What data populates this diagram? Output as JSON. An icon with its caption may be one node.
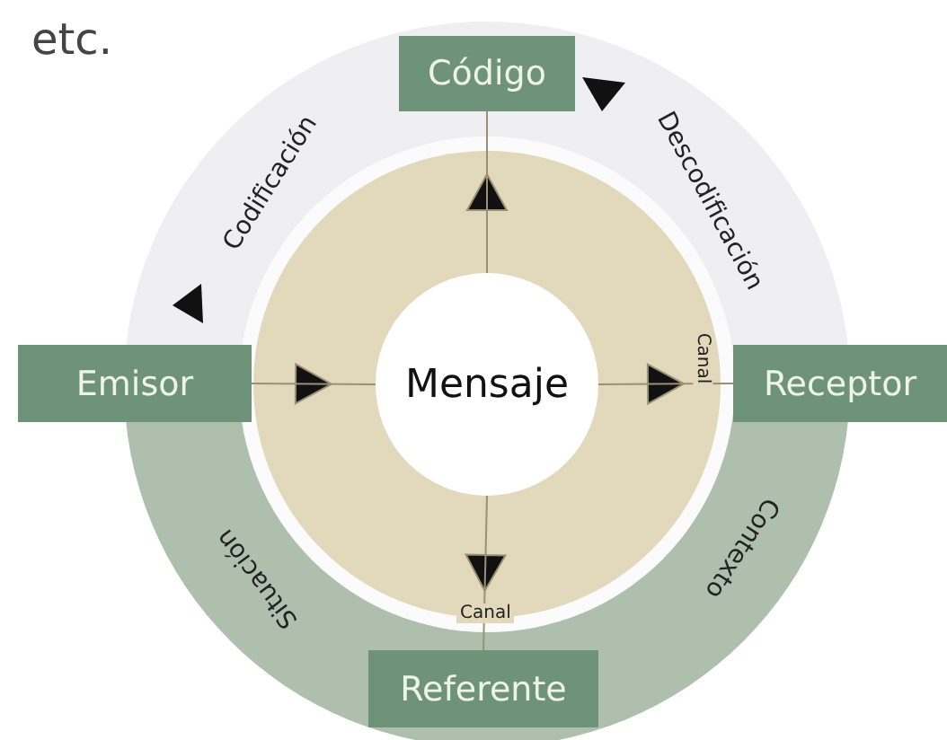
{
  "diagram": {
    "nodes": [
      {
        "text": [
          "Código"
        ]
      },
      {
        "text": [
          "Emisor"
        ]
      },
      {
        "text": [
          "Mensaje"
        ]
      },
      {
        "text": [
          "Receptor"
        ]
      },
      {
        "text": [
          "Referente"
        ]
      }
    ],
    "edges": [
      {
        "from": 2,
        "to": 0,
        "arrow": "to"
      },
      {
        "from": 1,
        "to": 2,
        "arrow": "to"
      },
      {
        "from": 2,
        "to": 3,
        "arrow": "to",
        "label": "Canal"
      },
      {
        "from": 2,
        "to": 4,
        "arrow": "to",
        "label": "Canal"
      }
    ],
    "labels": [
      "etc.",
      "Codificación",
      "Descodificación",
      "Situación",
      "Contexto"
    ]
  }
}
